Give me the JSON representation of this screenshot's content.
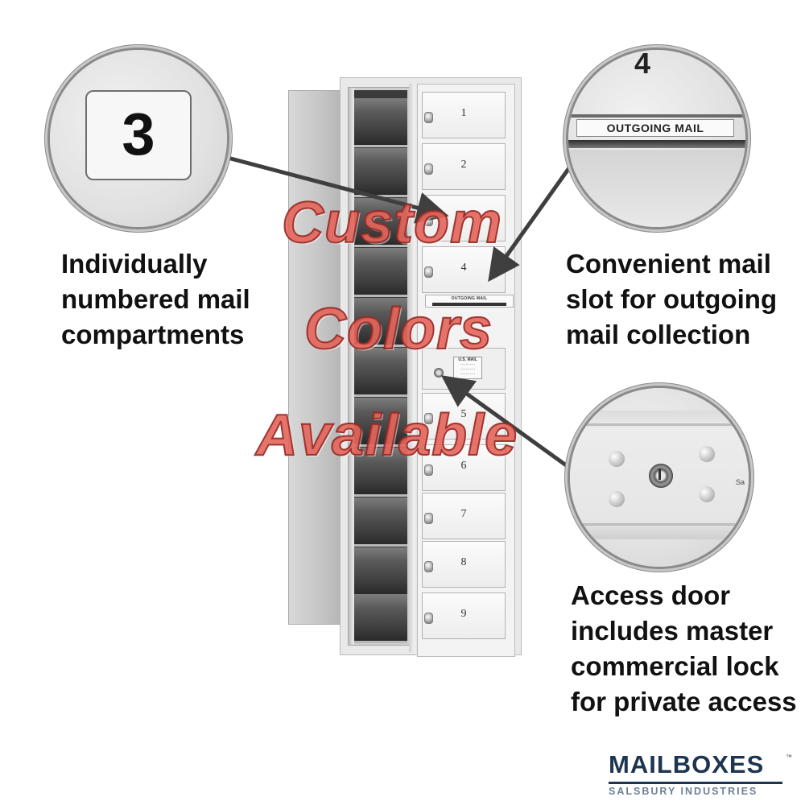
{
  "callouts": {
    "left": [
      "Individually",
      "numbered mail",
      "compartments"
    ],
    "right_top": [
      "Convenient mail",
      "slot for outgoing",
      "mail collection"
    ],
    "right_bottom": [
      "Access door",
      "includes master",
      "commercial lock",
      "for private access"
    ]
  },
  "zoom_left": {
    "number": "3"
  },
  "zoom_right_top": {
    "number": "4",
    "label": "OUTGOING MAIL"
  },
  "zoom_right_bottom": {
    "label_fragment": "Sa"
  },
  "watermark": {
    "lines": [
      "Custom",
      "Colors",
      "Available"
    ]
  },
  "mailbox": {
    "doors_top": [
      "1",
      "2",
      "3",
      "4"
    ],
    "outgoing_label": "OUTGOING MAIL",
    "access_label": [
      "U.S. MAIL",
      "···········",
      "···········",
      "···········"
    ],
    "doors_bottom": [
      "5",
      "6",
      "7",
      "8",
      "9"
    ]
  },
  "logo": {
    "main": "MAILBOXES",
    "sub": "SALSBURY INDUSTRIES",
    "tm": "™"
  },
  "colors": {
    "watermark": "#e1554b",
    "logo": "#1d3550",
    "logo_sub": "#6d7f93"
  }
}
